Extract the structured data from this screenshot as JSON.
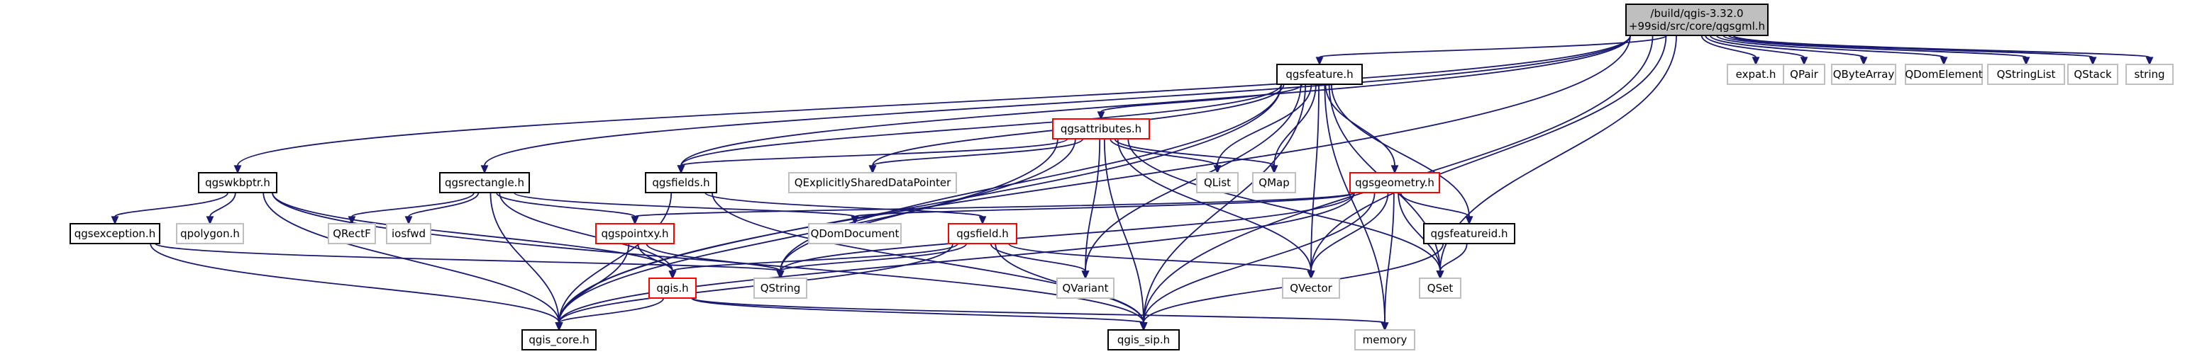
{
  "colors": {
    "edge": "#191970",
    "border_default": "#000000",
    "border_gray": "#bfbfbf",
    "border_red": "#ff0000",
    "fill_root": "#bfbfbf",
    "fill_default": "#ffffff"
  },
  "nodes": [
    {
      "id": "root",
      "lines": [
        "/build/qgis-3.32.0",
        "+99sid/src/core/qgsgml.h"
      ],
      "style": "root"
    },
    {
      "id": "expat",
      "lines": [
        "expat.h"
      ],
      "style": "gray"
    },
    {
      "id": "qpair",
      "lines": [
        "QPair"
      ],
      "style": "gray"
    },
    {
      "id": "qbytearray",
      "lines": [
        "QByteArray"
      ],
      "style": "gray"
    },
    {
      "id": "qdomelement",
      "lines": [
        "QDomElement"
      ],
      "style": "gray"
    },
    {
      "id": "qstringlist",
      "lines": [
        "QStringList"
      ],
      "style": "gray"
    },
    {
      "id": "qstack",
      "lines": [
        "QStack"
      ],
      "style": "gray"
    },
    {
      "id": "string",
      "lines": [
        "string"
      ],
      "style": "gray"
    },
    {
      "id": "qgsfeature",
      "lines": [
        "qgsfeature.h"
      ],
      "style": "black"
    },
    {
      "id": "qgsattributes",
      "lines": [
        "qgsattributes.h"
      ],
      "style": "red"
    },
    {
      "id": "qgswkbptr",
      "lines": [
        "qgswkbptr.h"
      ],
      "style": "black"
    },
    {
      "id": "qgsrectangle",
      "lines": [
        "qgsrectangle.h"
      ],
      "style": "black"
    },
    {
      "id": "qgsfields",
      "lines": [
        "qgsfields.h"
      ],
      "style": "black"
    },
    {
      "id": "qexplicit",
      "lines": [
        "QExplicitlySharedDataPointer"
      ],
      "style": "gray"
    },
    {
      "id": "qlist",
      "lines": [
        "QList"
      ],
      "style": "gray"
    },
    {
      "id": "qmap",
      "lines": [
        "QMap"
      ],
      "style": "gray"
    },
    {
      "id": "qgsgeometry",
      "lines": [
        "qgsgeometry.h"
      ],
      "style": "red"
    },
    {
      "id": "qgsexception",
      "lines": [
        "qgsexception.h"
      ],
      "style": "black"
    },
    {
      "id": "qpolygon",
      "lines": [
        "qpolygon.h"
      ],
      "style": "gray"
    },
    {
      "id": "qrectf",
      "lines": [
        "QRectF"
      ],
      "style": "gray"
    },
    {
      "id": "iosfwd",
      "lines": [
        "iosfwd"
      ],
      "style": "gray"
    },
    {
      "id": "qgspointxy",
      "lines": [
        "qgspointxy.h"
      ],
      "style": "red"
    },
    {
      "id": "qdomdocument",
      "lines": [
        "QDomDocument"
      ],
      "style": "gray"
    },
    {
      "id": "qgsfield",
      "lines": [
        "qgsfield.h"
      ],
      "style": "red"
    },
    {
      "id": "qgsfeatureid",
      "lines": [
        "qgsfeatureid.h"
      ],
      "style": "black"
    },
    {
      "id": "qgis",
      "lines": [
        "qgis.h"
      ],
      "style": "red"
    },
    {
      "id": "qstring",
      "lines": [
        "QString"
      ],
      "style": "gray"
    },
    {
      "id": "qvariant",
      "lines": [
        "QVariant"
      ],
      "style": "gray"
    },
    {
      "id": "qvector",
      "lines": [
        "QVector"
      ],
      "style": "gray"
    },
    {
      "id": "qset",
      "lines": [
        "QSet"
      ],
      "style": "gray"
    },
    {
      "id": "qgiscore",
      "lines": [
        "qgis_core.h"
      ],
      "style": "black"
    },
    {
      "id": "qgissip",
      "lines": [
        "qgis_sip.h"
      ],
      "style": "black"
    },
    {
      "id": "memory",
      "lines": [
        "memory"
      ],
      "style": "gray"
    }
  ],
  "edges": [
    [
      "root",
      "expat"
    ],
    [
      "root",
      "qpair"
    ],
    [
      "root",
      "qbytearray"
    ],
    [
      "root",
      "qdomelement"
    ],
    [
      "root",
      "qstringlist"
    ],
    [
      "root",
      "qstack"
    ],
    [
      "root",
      "string"
    ],
    [
      "root",
      "qgsfeature"
    ],
    [
      "root",
      "qgswkbptr"
    ],
    [
      "root",
      "qgsrectangle"
    ],
    [
      "root",
      "qgsfields"
    ],
    [
      "root",
      "qgiscore"
    ],
    [
      "root",
      "qvector"
    ],
    [
      "root",
      "qset"
    ],
    [
      "root",
      "qgissip"
    ],
    [
      "qgsfeature",
      "qgsattributes"
    ],
    [
      "qgsfeature",
      "qgsfields"
    ],
    [
      "qgsfeature",
      "qexplicit"
    ],
    [
      "qgsfeature",
      "qlist"
    ],
    [
      "qgsfeature",
      "qmap"
    ],
    [
      "qgsfeature",
      "qgsgeometry"
    ],
    [
      "qgsfeature",
      "qgsfeatureid"
    ],
    [
      "qgsfeature",
      "qstring"
    ],
    [
      "qgsfeature",
      "qvariant"
    ],
    [
      "qgsfeature",
      "qvector"
    ],
    [
      "qgsfeature",
      "qset"
    ],
    [
      "qgsfeature",
      "qgiscore"
    ],
    [
      "qgsfeature",
      "qgissip"
    ],
    [
      "qgsfeature",
      "memory"
    ],
    [
      "qgsattributes",
      "qgsfields"
    ],
    [
      "qgsattributes",
      "qexplicit"
    ],
    [
      "qgsattributes",
      "qlist"
    ],
    [
      "qgsattributes",
      "qmap"
    ],
    [
      "qgsattributes",
      "qvariant"
    ],
    [
      "qgsattributes",
      "qvector"
    ],
    [
      "qgsattributes",
      "qset"
    ],
    [
      "qgsattributes",
      "qgiscore"
    ],
    [
      "qgsattributes",
      "qgissip"
    ],
    [
      "qgsattributes",
      "qstring"
    ],
    [
      "qgswkbptr",
      "qgsexception"
    ],
    [
      "qgswkbptr",
      "qpolygon"
    ],
    [
      "qgswkbptr",
      "qgiscore"
    ],
    [
      "qgswkbptr",
      "qgis"
    ],
    [
      "qgswkbptr",
      "qgissip"
    ],
    [
      "qgsexception",
      "qstring"
    ],
    [
      "qgsexception",
      "qgiscore"
    ],
    [
      "qgsrectangle",
      "qrectf"
    ],
    [
      "qgsrectangle",
      "iosfwd"
    ],
    [
      "qgsrectangle",
      "qgspointxy"
    ],
    [
      "qgsrectangle",
      "qdomdocument"
    ],
    [
      "qgsrectangle",
      "qgis"
    ],
    [
      "qgsrectangle",
      "qgiscore"
    ],
    [
      "qgsfields",
      "qgsfield"
    ],
    [
      "qgsfields",
      "qgiscore"
    ],
    [
      "qgsfields",
      "qgissip"
    ],
    [
      "qgsgeometry",
      "qdomdocument"
    ],
    [
      "qgsgeometry",
      "qgspointxy"
    ],
    [
      "qgsgeometry",
      "qgsfeatureid"
    ],
    [
      "qgsgeometry",
      "qstring"
    ],
    [
      "qgsgeometry",
      "qvector"
    ],
    [
      "qgsgeometry",
      "qset"
    ],
    [
      "qgsgeometry",
      "qgiscore"
    ],
    [
      "qgsgeometry",
      "qgissip"
    ],
    [
      "qgsgeometry",
      "memory"
    ],
    [
      "qgspointxy",
      "qgis"
    ],
    [
      "qgspointxy",
      "qstring"
    ],
    [
      "qgspointxy",
      "qgiscore"
    ],
    [
      "qgsfield",
      "qgis"
    ],
    [
      "qgsfield",
      "qstring"
    ],
    [
      "qgsfield",
      "qvariant"
    ],
    [
      "qgsfield",
      "qvector"
    ],
    [
      "qgsfield",
      "qgiscore"
    ],
    [
      "qgsfield",
      "qgissip"
    ],
    [
      "qgsfeatureid",
      "qset"
    ],
    [
      "qgsfeatureid",
      "qgissip"
    ],
    [
      "qgis",
      "qgiscore"
    ],
    [
      "qgis",
      "qgissip"
    ],
    [
      "qgis",
      "memory"
    ]
  ]
}
